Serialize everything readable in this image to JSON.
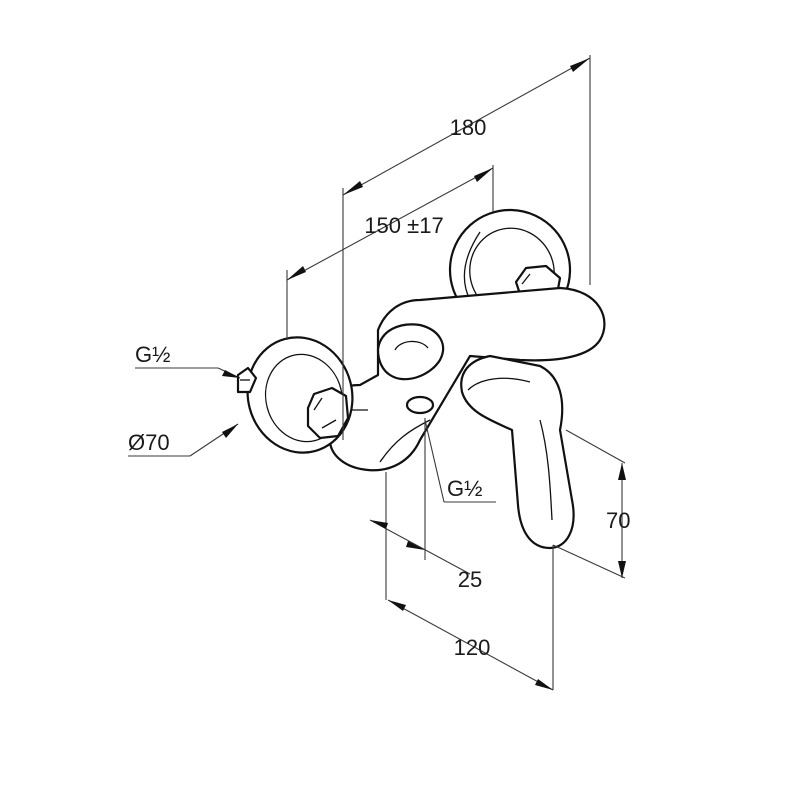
{
  "dimensions": {
    "overall_width": "180",
    "inlet_spacing": "150 ±17",
    "inlet_thread": "G½",
    "rosette_diameter": "Ø70",
    "outlet_thread": "G½",
    "outlet_offset": "25",
    "body_length": "120",
    "lever_height": "70"
  }
}
